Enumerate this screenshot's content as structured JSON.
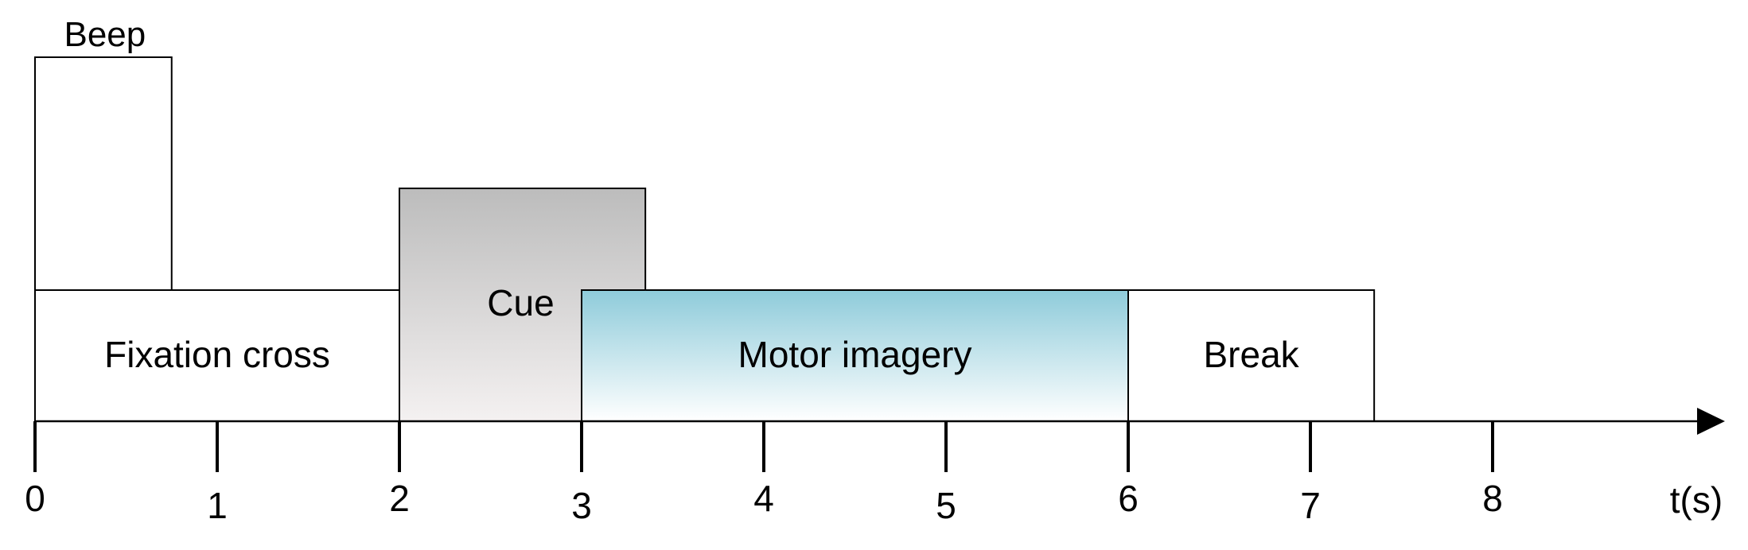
{
  "diagram": {
    "axis_unit_label": "t(s)",
    "ticks": [
      {
        "t": 0,
        "label": "0"
      },
      {
        "t": 1,
        "label": "1"
      },
      {
        "t": 2,
        "label": "2"
      },
      {
        "t": 3,
        "label": "3"
      },
      {
        "t": 4,
        "label": "4"
      },
      {
        "t": 5,
        "label": "5"
      },
      {
        "t": 6,
        "label": "6"
      },
      {
        "t": 7,
        "label": "7"
      },
      {
        "t": 8,
        "label": "8"
      }
    ],
    "blocks": {
      "beep": {
        "label": "Beep",
        "start": 0,
        "end": 0.75
      },
      "fixation": {
        "label": "Fixation cross",
        "start": 0,
        "end": 2
      },
      "cue": {
        "label": "Cue",
        "start": 2,
        "end": 3.35
      },
      "motor_imagery": {
        "label": "Motor imagery",
        "start": 3,
        "end": 6
      },
      "break": {
        "label": "Break",
        "start": 6,
        "end": 7.35
      }
    },
    "colors": {
      "cue_top": "#bcbcbc",
      "cue_bottom": "#f4f1f1",
      "motor_top": "#8ecbda",
      "motor_bottom": "#ffffff",
      "line": "#000000"
    }
  }
}
